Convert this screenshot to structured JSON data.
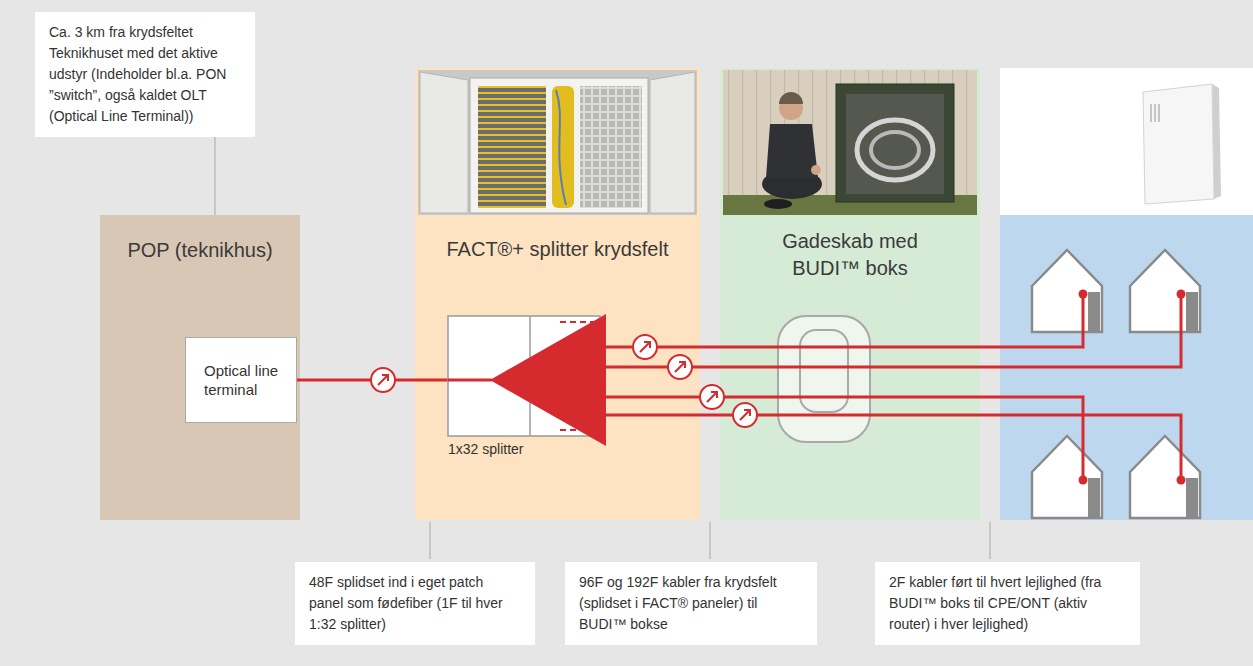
{
  "diagram": {
    "nodes": [
      {
        "text": [
          "Ca. 3 km fra krydsfeltet",
          "Teknikhuset med det aktive udstyr (Indeholder bl.a. PON ”switch”, også kaldet OLT (Optical Line Terminal))"
        ]
      },
      {
        "text": [
          "POP (teknikhus)"
        ]
      },
      {
        "text": [
          "Optical line terminal"
        ],
        "in": 1
      },
      {
        "text": [
          "FACT®+ splitter krydsfelt"
        ]
      },
      {
        "text": [
          "1x32 splitter"
        ],
        "in": 3
      },
      {
        "text": [
          "Gadeskab med BUDI™ boks"
        ]
      },
      {
        "text": [
          "48F splidset ind i eget patch panel som fødefiber (1F til hver 1:32 splitter)"
        ]
      },
      {
        "text": [
          "96F og 192F kabler fra krydsfelt (splidset i FACT® paneler) til BUDI™ bokse"
        ]
      },
      {
        "text": [
          "2F kabler ført til hvert lejlighed (fra BUDI™ boks til CPE/ONT (aktiv router) i hver lejlighed)"
        ]
      }
    ],
    "edges": [
      {
        "from": 0,
        "to": 1,
        "arrow": "none"
      },
      {
        "from": 2,
        "to": 4,
        "arrow": "none"
      }
    ]
  }
}
